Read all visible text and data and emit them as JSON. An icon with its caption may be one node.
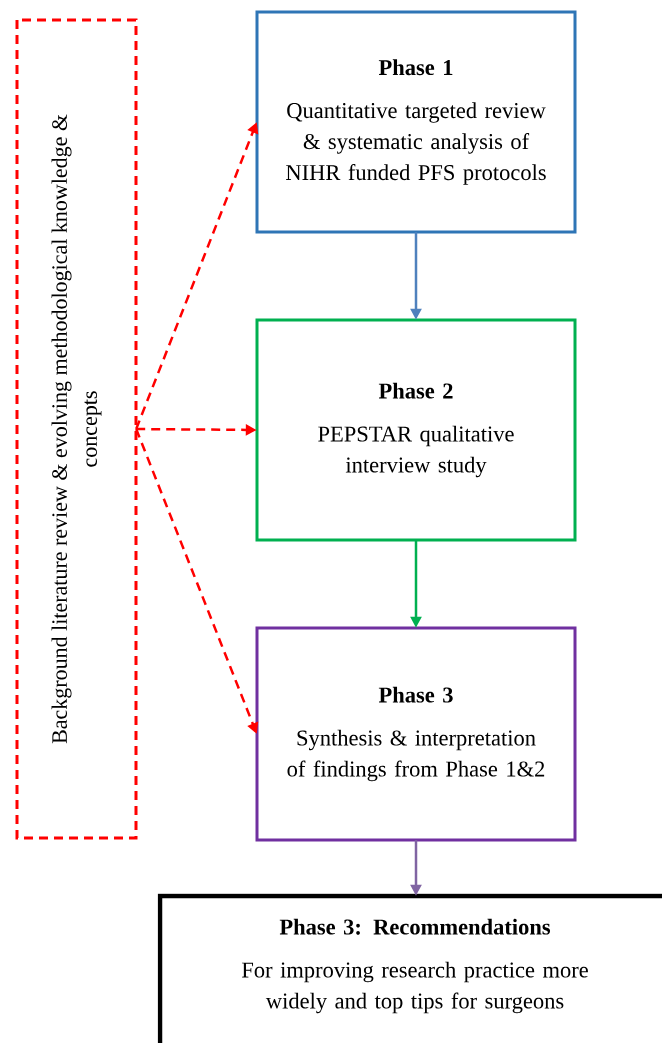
{
  "diagram": {
    "nodes": [
      {
        "text": [
          "Background literature review & evolving methodological knowledge & concepts"
        ]
      },
      {
        "text": [
          "Phase 1",
          "Quantitative targeted review & systematic analysis of NIHR funded PFS protocols"
        ]
      },
      {
        "text": [
          "Phase 2",
          "PEPSTAR qualitative interview study"
        ]
      },
      {
        "text": [
          "Phase 3",
          "Synthesis & interpretation of findings from Phase 1&2"
        ]
      },
      {
        "text": [
          "Phase 3: Recommendations",
          "For improving research practice more widely and top tips for surgeons"
        ]
      }
    ],
    "edges": [
      {
        "from": 1,
        "to": 2,
        "arrow": "to",
        "color": "#4f81bd"
      },
      {
        "from": 2,
        "to": 3,
        "arrow": "to",
        "color": "#00b050"
      },
      {
        "from": 3,
        "to": 4,
        "arrow": "to",
        "color": "#8064a2"
      },
      {
        "from": 0,
        "to": 1,
        "arrow": "to",
        "style": "dashed",
        "color": "#ff0000"
      },
      {
        "from": 0,
        "to": 2,
        "arrow": "to",
        "style": "dashed",
        "color": "#ff0000"
      },
      {
        "from": 0,
        "to": 3,
        "arrow": "to",
        "style": "dashed",
        "color": "#ff0000"
      }
    ]
  }
}
